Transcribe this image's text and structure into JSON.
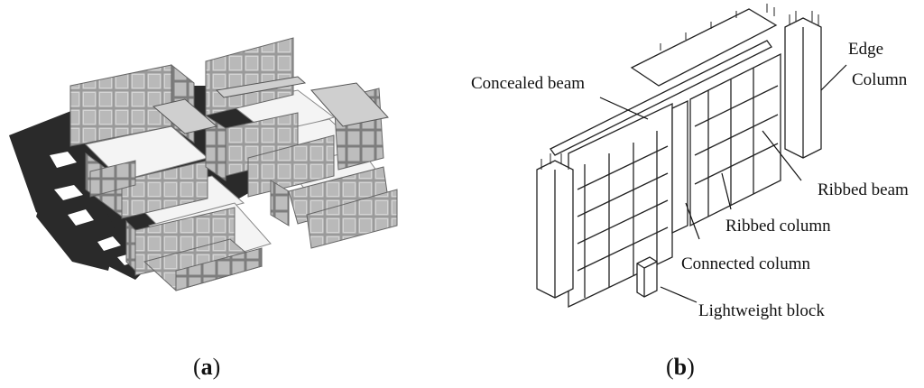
{
  "figure_a": {
    "caption_letter": "a"
  },
  "figure_b": {
    "caption_letter": "b",
    "labels": {
      "concealed_beam": "Concealed beam",
      "edge": "Edge",
      "column": "Column",
      "ribbed_beam": "Ribbed beam",
      "ribbed_column": "Ribbed column",
      "connected_column": "Connected column",
      "lightweight_block": "Lightweight block"
    }
  }
}
